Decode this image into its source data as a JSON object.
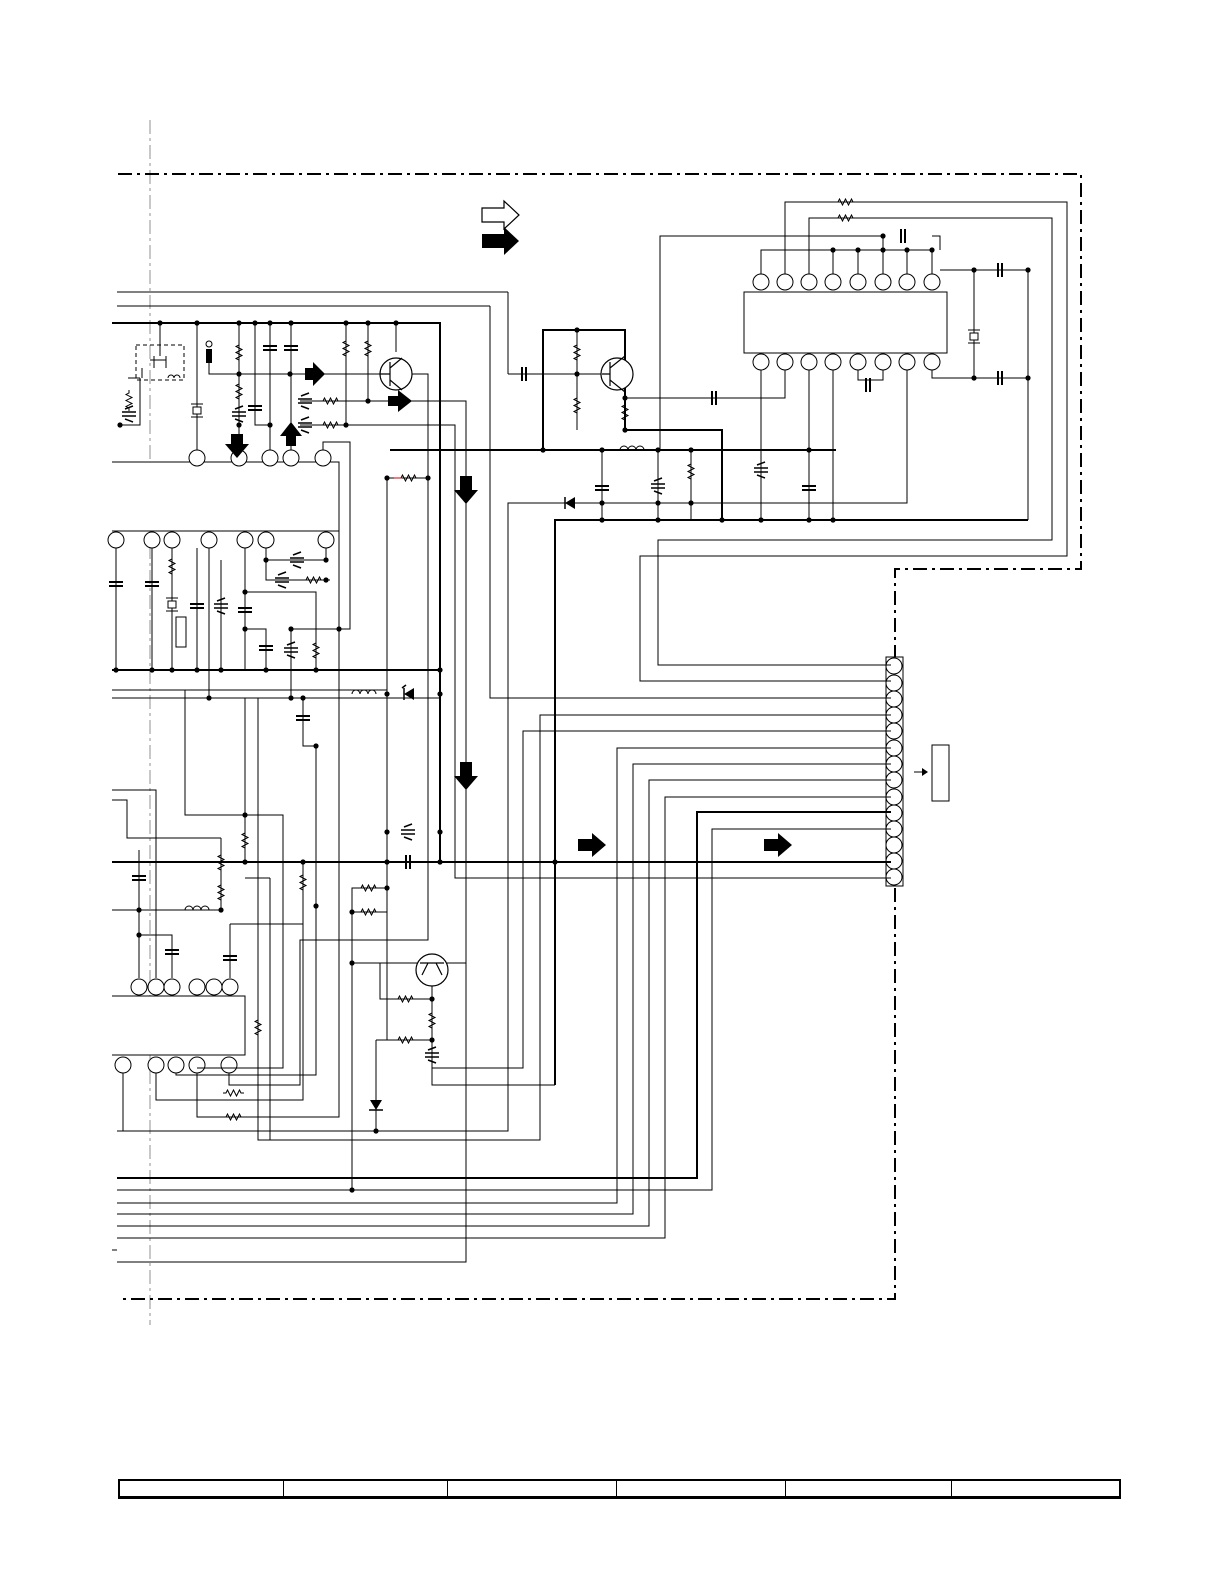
{
  "diagram": {
    "kind": "electrical-schematic",
    "signal_legend": [
      {
        "icon": "hollow-arrow-icon",
        "meaning": ""
      },
      {
        "icon": "solid-arrow-icon",
        "meaning": ""
      }
    ],
    "connector_pin_count": 14,
    "footer_cells": 6,
    "colors": {
      "ink": "#000000",
      "guide": "#c8c8c8",
      "highlight": "#d00000"
    }
  }
}
